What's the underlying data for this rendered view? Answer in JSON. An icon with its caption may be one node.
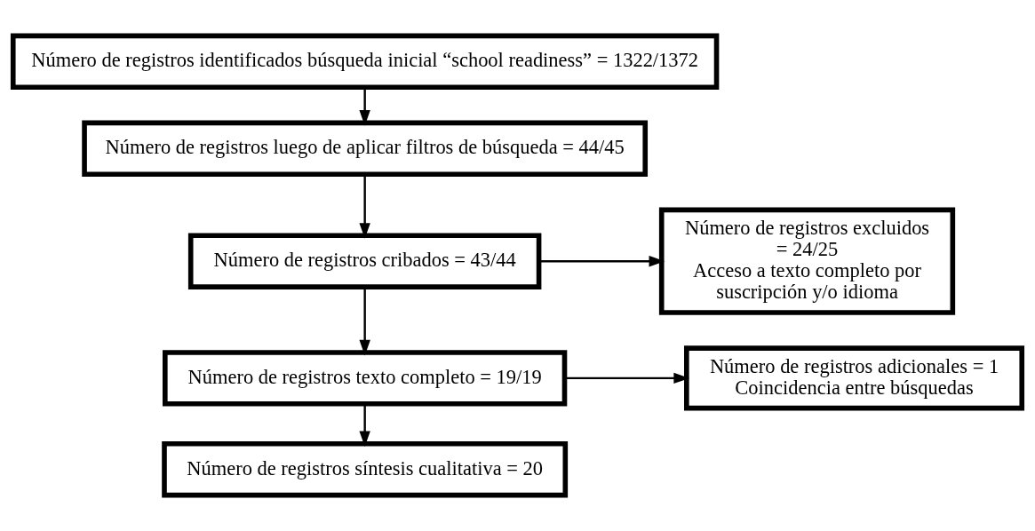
{
  "diagram": {
    "nodes": [
      {
        "text": [
          "Número de registros identificados búsqueda inicial “school readiness” = 1322/1372"
        ]
      },
      {
        "text": [
          "Número de registros luego de aplicar filtros de búsqueda = 44/45"
        ]
      },
      {
        "text": [
          "Número de registros cribados = 43/44"
        ]
      },
      {
        "text": [
          "Número de registros excluidos = 24/25",
          "Acceso a texto completo por suscripción y/o idioma"
        ]
      },
      {
        "text": [
          "Número de registros texto completo = 19/19"
        ]
      },
      {
        "text": [
          "Número de registros adicionales = 1",
          "Coincidencia entre búsquedas"
        ]
      },
      {
        "text": [
          "Número de registros síntesis cualitativa = 20"
        ]
      }
    ],
    "edges": [
      {
        "from": 0,
        "to": 1,
        "arrow": "to"
      },
      {
        "from": 1,
        "to": 2,
        "arrow": "to"
      },
      {
        "from": 2,
        "to": 3,
        "arrow": "to"
      },
      {
        "from": 2,
        "to": 4,
        "arrow": "to"
      },
      {
        "from": 4,
        "to": 5,
        "arrow": "to"
      },
      {
        "from": 4,
        "to": 6,
        "arrow": "to"
      }
    ]
  }
}
